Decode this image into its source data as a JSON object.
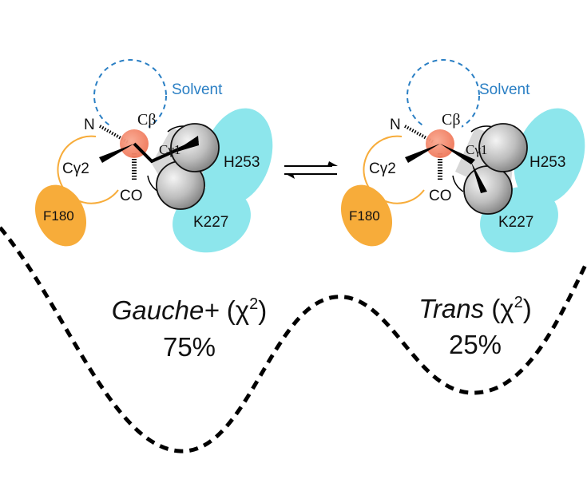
{
  "figure": {
    "equilibrium_symbol": "⇌",
    "colors": {
      "solvent": "#2a7fc4",
      "f180": "#f7ac3a",
      "hydrophobic_arc": "#f7ac3a",
      "cyan_pocket": "#8de6ec",
      "cbeta_atom": "#f4876a",
      "methyl_spheres": "#b9b9b9",
      "energy_curve": "#000000"
    },
    "states": [
      {
        "id": "gauche-plus",
        "labels": {
          "solvent": "Solvent",
          "n": "N",
          "cbeta": "Cβ",
          "cgamma1": "Cγ1",
          "cgamma2": "Cγ2",
          "co": "CO",
          "h253": "H253",
          "k227": "K227",
          "f180": "F180"
        },
        "name": "Gauche+",
        "chi_label_open": "(χ",
        "chi_sup": "2",
        "chi_label_close": ")",
        "population": "75%"
      },
      {
        "id": "trans",
        "labels": {
          "solvent": "Solvent",
          "n": "N",
          "cbeta": "Cβ",
          "cgamma1": "Cγ1",
          "cgamma2": "Cγ2",
          "co": "CO",
          "h253": "H253",
          "k227": "K227",
          "f180": "F180"
        },
        "name": "Trans",
        "chi_label_open": "(χ",
        "chi_sup": "2",
        "chi_label_close": ")",
        "population": "25%"
      }
    ]
  }
}
